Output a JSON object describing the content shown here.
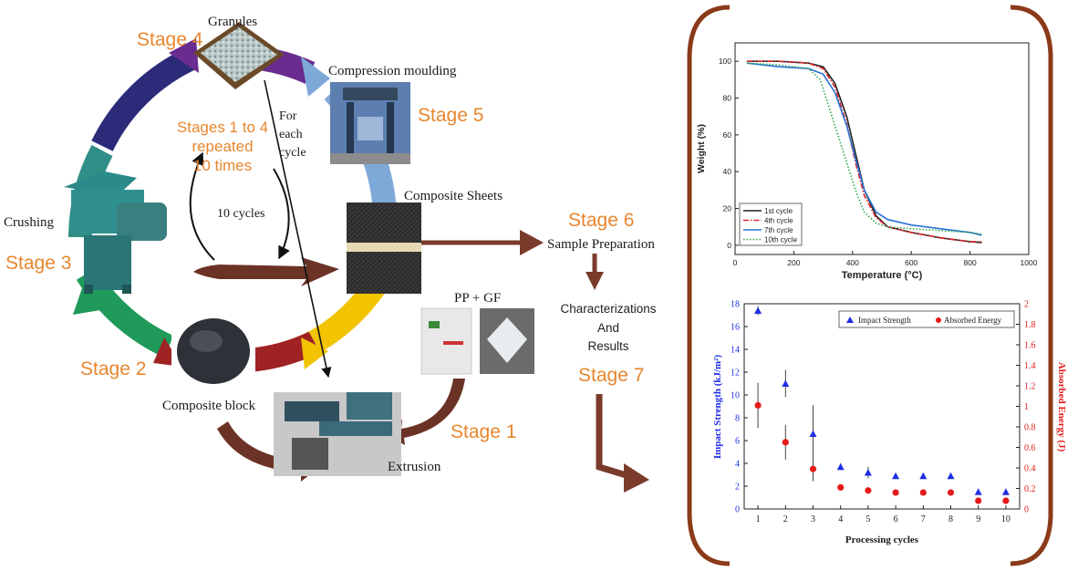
{
  "diagram": {
    "stages": {
      "stage1": "Stage 1",
      "stage2": "Stage 2",
      "stage3": "Stage 3",
      "stage4": "Stage 4",
      "stage5": "Stage 5",
      "stage6": "Stage 6",
      "stage7": "Stage 7"
    },
    "labels": {
      "granules": "Granules",
      "compression_moulding": "Compression moulding",
      "composite_sheets": "Composite Sheets",
      "sample_preparation": "Sample Preparation",
      "crushing": "Crushing",
      "composite_block": "Composite block",
      "extrusion": "Extrusion",
      "pp_gf": "PP + GF",
      "ten_cycles": "10 cycles",
      "repeat_line1": "Stages 1 to 4",
      "repeat_line2": "repeated",
      "repeat_line3": "10 times",
      "for_line1": "For",
      "for_line2": "each",
      "for_line3": "cycle",
      "char_line1": "Characterizations",
      "char_line2": "And",
      "char_line3": "Results"
    },
    "colors": {
      "arc_orange_brown": "#6b3226",
      "arc_purple": "#6a2c8e",
      "arc_blue": "#7ea8d8",
      "arc_yellow": "#f2c300",
      "arc_red": "#a02323",
      "arc_green": "#1f9a5a",
      "arc_navy": "#2c2b7a",
      "flow_arrow": "#7a3b2a",
      "stage_text": "#e8862e",
      "bracket": "#8b3a1a"
    }
  },
  "chart_data": [
    {
      "type": "line",
      "xlabel": "Temperature (°C)",
      "ylabel": "Weight (%)",
      "xlim": [
        0,
        1000
      ],
      "ylim": [
        -5,
        110
      ],
      "x_ticks": [
        "0",
        "200",
        "400",
        "600",
        "800",
        "1000"
      ],
      "y_ticks": [
        "0",
        "20",
        "40",
        "60",
        "80",
        "100"
      ],
      "legend_position": "bottom-left",
      "series": [
        {
          "name": "1st cycle",
          "color": "#222222",
          "dash": "solid",
          "points": [
            [
              40,
              100
            ],
            [
              150,
              100
            ],
            [
              250,
              99
            ],
            [
              300,
              97
            ],
            [
              340,
              88
            ],
            [
              380,
              70
            ],
            [
              410,
              50
            ],
            [
              440,
              30
            ],
            [
              480,
              16
            ],
            [
              520,
              10
            ],
            [
              600,
              7
            ],
            [
              700,
              4
            ],
            [
              800,
              2
            ],
            [
              840,
              1.5
            ]
          ]
        },
        {
          "name": "4th cycle",
          "color": "#e0262a",
          "dash": "dashdot",
          "points": [
            [
              40,
              100
            ],
            [
              150,
              100
            ],
            [
              250,
              99
            ],
            [
              300,
              96
            ],
            [
              340,
              86
            ],
            [
              380,
              66
            ],
            [
              410,
              45
            ],
            [
              440,
              27
            ],
            [
              480,
              15
            ],
            [
              520,
              10
            ],
            [
              600,
              7
            ],
            [
              700,
              4
            ],
            [
              800,
              2
            ],
            [
              840,
              2
            ]
          ]
        },
        {
          "name": "7th cycle",
          "color": "#2a74d6",
          "dash": "solid",
          "points": [
            [
              40,
              99
            ],
            [
              150,
              97
            ],
            [
              250,
              96
            ],
            [
              300,
              93
            ],
            [
              340,
              83
            ],
            [
              380,
              65
            ],
            [
              410,
              47
            ],
            [
              440,
              30
            ],
            [
              480,
              18
            ],
            [
              520,
              14
            ],
            [
              600,
              11
            ],
            [
              700,
              9
            ],
            [
              800,
              7
            ],
            [
              840,
              5.5
            ]
          ]
        },
        {
          "name": "10th cycle",
          "color": "#2ea64a",
          "dash": "dotted",
          "points": [
            [
              40,
              99
            ],
            [
              150,
              98
            ],
            [
              250,
              96
            ],
            [
              290,
              90
            ],
            [
              320,
              75
            ],
            [
              350,
              60
            ],
            [
              380,
              45
            ],
            [
              410,
              30
            ],
            [
              440,
              18
            ],
            [
              480,
              12
            ],
            [
              520,
              10
            ],
            [
              600,
              9
            ],
            [
              700,
              8
            ],
            [
              800,
              7
            ],
            [
              840,
              6
            ]
          ]
        }
      ]
    },
    {
      "type": "scatter",
      "xlabel": "Processing cycles",
      "ylabel": "Impact Strength (kJ/m²)",
      "ylabel2": "Absorbed Energy (J)",
      "xlim": [
        0.5,
        10.5
      ],
      "ylim": [
        0,
        18
      ],
      "ylim2": [
        0,
        2
      ],
      "x_ticks": [
        "1",
        "2",
        "3",
        "4",
        "5",
        "6",
        "7",
        "8",
        "9",
        "10"
      ],
      "y_ticks": [
        "0",
        "2",
        "4",
        "6",
        "8",
        "10",
        "12",
        "14",
        "16",
        "18"
      ],
      "y2_ticks": [
        "0",
        "0.2",
        "0.4",
        "0.6",
        "0.8",
        "1",
        "1.2",
        "1.4",
        "1.6",
        "1.8",
        "2"
      ],
      "legend_position": "top-right",
      "categories": [
        1,
        2,
        3,
        4,
        5,
        6,
        7,
        8,
        9,
        10
      ],
      "series": [
        {
          "name": "Impact Strength",
          "color": "#1e2ee6",
          "marker": "triangle",
          "axis": "left",
          "values": [
            17.4,
            11.0,
            6.6,
            3.7,
            3.2,
            2.9,
            2.9,
            2.9,
            1.5,
            1.5
          ],
          "errors": [
            0.4,
            1.2,
            2.5,
            0.3,
            0.5,
            0.2,
            0.2,
            0.2,
            0.2,
            0.2
          ]
        },
        {
          "name": "Absorbed Energy",
          "color": "#e51a1a",
          "marker": "circle",
          "axis": "right",
          "values": [
            1.01,
            0.65,
            0.39,
            0.21,
            0.18,
            0.16,
            0.16,
            0.16,
            0.08,
            0.08
          ],
          "errors": [
            0.22,
            0.17,
            0.12,
            0.02,
            0.02,
            0.01,
            0.01,
            0.01,
            0.01,
            0.01
          ]
        }
      ]
    }
  ]
}
